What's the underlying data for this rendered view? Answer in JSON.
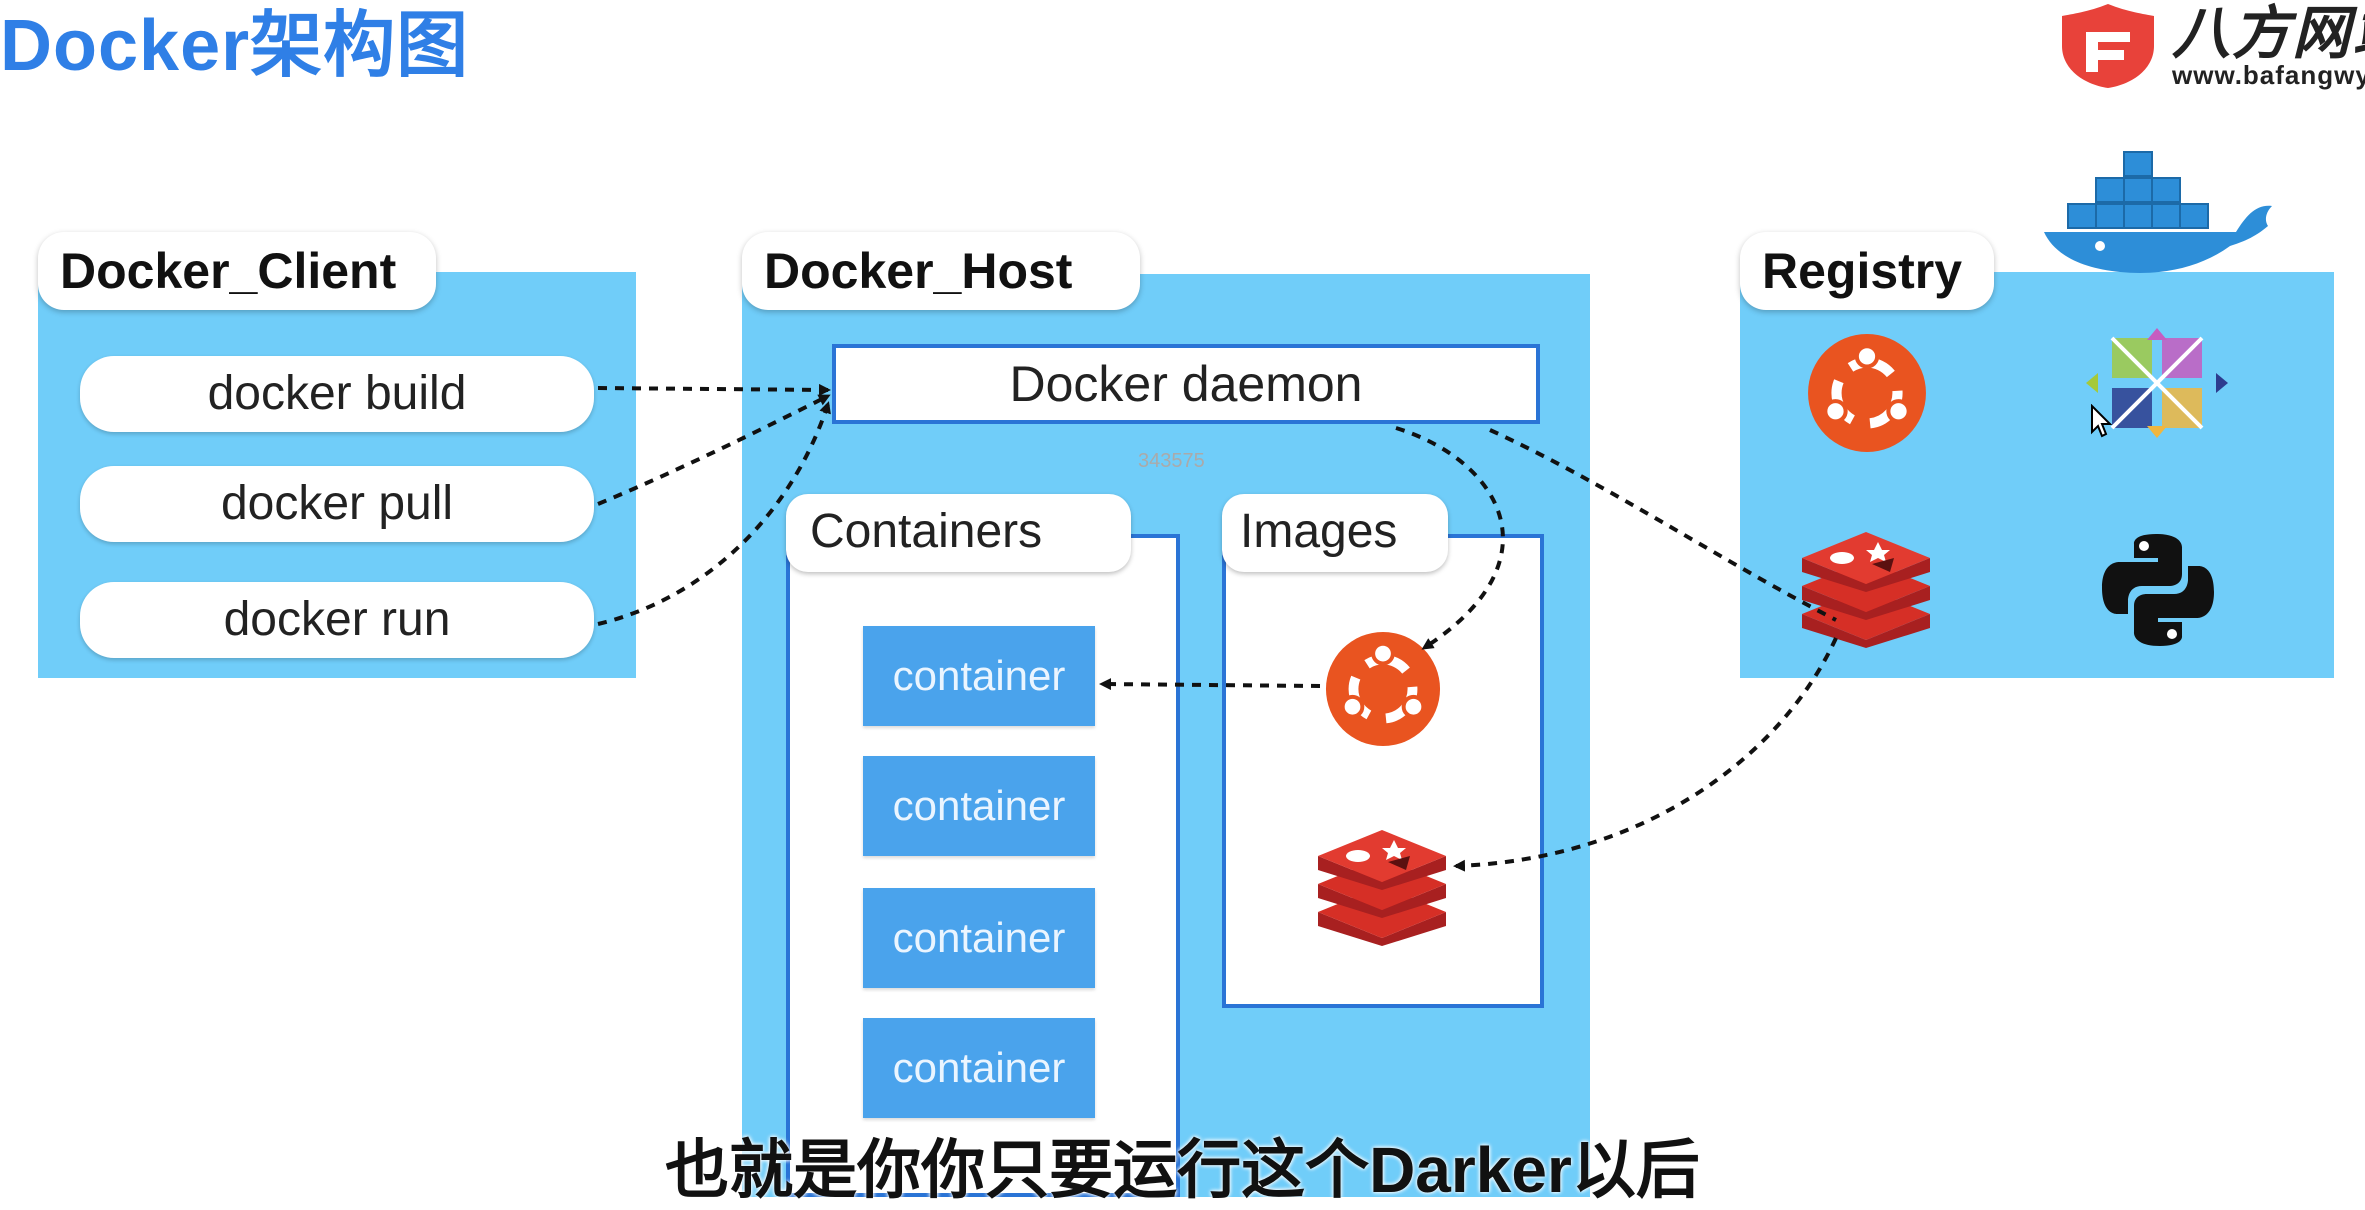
{
  "page": {
    "title": "Docker架构图"
  },
  "brand": {
    "name": "八方网站",
    "url": "www.bafangwy.c"
  },
  "client": {
    "label": "Docker_Client",
    "commands": [
      "docker build",
      "docker pull",
      "docker run"
    ]
  },
  "host": {
    "label": "Docker_Host",
    "daemon": "Docker daemon",
    "faint_number": "343575",
    "containers_label": "Containers",
    "images_label": "Images",
    "container_item": "container"
  },
  "registry": {
    "label": "Registry"
  },
  "subtitle": "也就是你你只要运行这个Darker以后",
  "colors": {
    "title_blue": "#2f7fe6",
    "panel_blue": "#70cdf9",
    "container_blue": "#4aa3ec",
    "border_blue": "#2a74d6",
    "ubuntu_orange": "#e95420",
    "redis_red": "#d62f26",
    "brand_red": "#e8423a"
  },
  "icons": [
    "docker-whale-icon",
    "ubuntu-icon",
    "centos-icon",
    "redis-icon",
    "python-icon",
    "brand-shield-icon",
    "mouse-cursor-icon"
  ]
}
